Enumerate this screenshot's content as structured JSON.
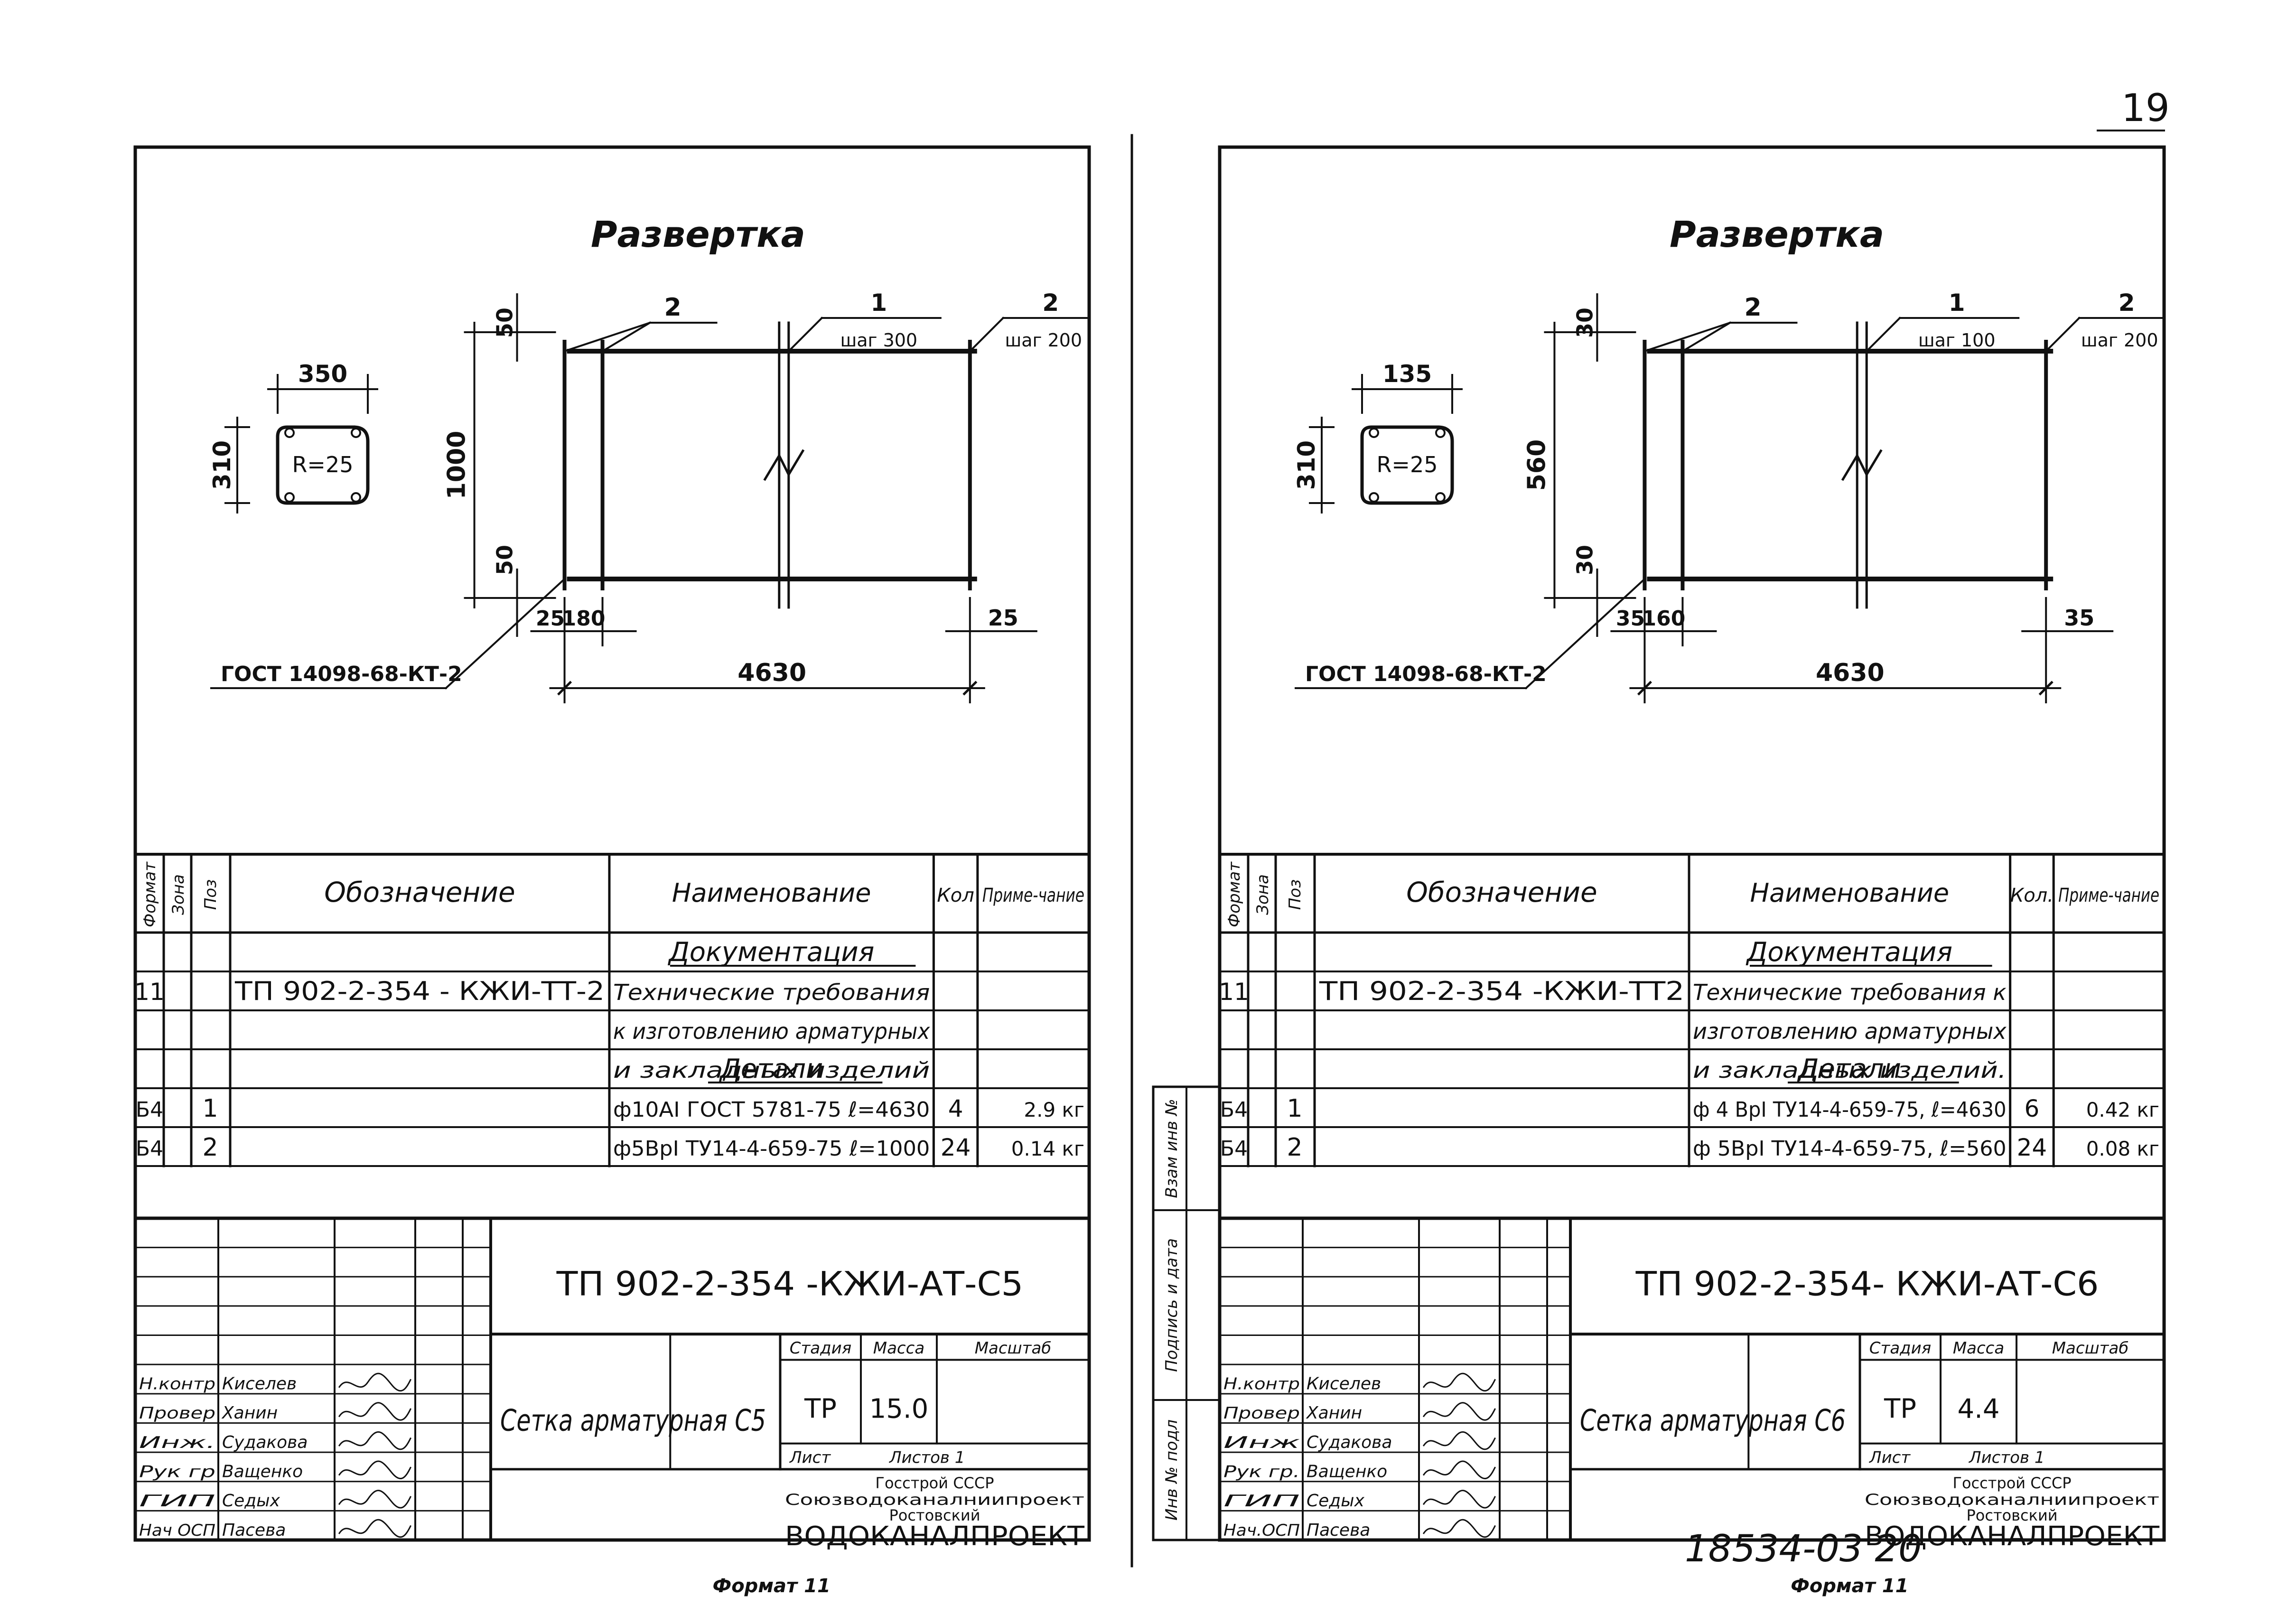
{
  "page": {
    "page_number": "19",
    "bottom_code": "18534-03 20"
  },
  "sheets": [
    {
      "id": "c5",
      "drawing": {
        "title": "Развертка",
        "pos1_label": "1",
        "pos1_step": "шаг 300",
        "pos2_label_left": "2",
        "pos2_label_right": "2",
        "pos2_step": "шаг 200",
        "section_width": "350",
        "section_height": "310",
        "radius": "R=25",
        "height_total": "1000",
        "offset_top": "50",
        "offset_bottom": "50",
        "bottom_left_offset": "25",
        "bottom_gap": "180",
        "bottom_right_offset": "25",
        "length": "4630",
        "gost_weld": "ГОСТ 14098-68-КТ-2"
      },
      "spec": {
        "headers": {
          "format": "Формат",
          "zone": "Зона",
          "pos": "Поз",
          "designation": "Обозначение",
          "name": "Наименование",
          "qty": "Кол",
          "note": "Приме-чание"
        },
        "section_docs": "Документация",
        "doc_row": {
          "format": "11",
          "designation": "ТП 902-2-354 - КЖИ-ТТ-2",
          "name_lines": [
            "Технические требования",
            "к изготовлению арматурных",
            "и закладных изделий"
          ]
        },
        "section_details": "Детали",
        "rows": [
          {
            "format": "Б4",
            "pos": "1",
            "name": "ф10АI ГОСТ 5781-75 ℓ=4630",
            "qty": "4",
            "note": "2.9 кг"
          },
          {
            "format": "Б4",
            "pos": "2",
            "name": "ф5ВрI ТУ14-4-659-75 ℓ=1000",
            "qty": "24",
            "note": "0.14 кг"
          }
        ]
      },
      "title_block": {
        "doc_code": "ТП 902-2-354 -КЖИ-АТ-С5",
        "product": "Сетка арматурная С5",
        "stage_label": "Стадия",
        "mass_label": "Масса",
        "scale_label": "Масштаб",
        "stage": "ТР",
        "mass": "15.0",
        "sheet_label": "Лист",
        "sheets_label": "Листов 1",
        "roles": [
          "Н.контр",
          "Провер",
          "Инж.",
          "Рук гр",
          "ГИП",
          "Нач ОСП"
        ],
        "names": [
          "Киселев",
          "Ханин",
          "Судакова",
          "Ващенко",
          "Седых",
          "Пасева"
        ],
        "org": [
          "Госстрой СССР",
          "Союзводоканалниипроект",
          "Ростовский",
          "ВОДОКАНАЛПРОЕКТ"
        ],
        "format_note": "Формат 11"
      }
    },
    {
      "id": "c6",
      "drawing": {
        "title": "Развертка",
        "pos1_label": "1",
        "pos1_step": "шаг 100",
        "pos2_label_left": "2",
        "pos2_label_right": "2",
        "pos2_step": "шаг 200",
        "section_width": "135",
        "section_height": "310",
        "radius": "R=25",
        "height_total": "560",
        "offset_top": "30",
        "offset_bottom": "30",
        "bottom_left_offset": "35",
        "bottom_gap": "160",
        "bottom_right_offset": "35",
        "length": "4630",
        "gost_weld": "ГОСТ 14098-68-КТ-2"
      },
      "spec": {
        "headers": {
          "format": "Формат",
          "zone": "Зона",
          "pos": "Поз",
          "designation": "Обозначение",
          "name": "Наименование",
          "qty": "Кол.",
          "note": "Приме-чание"
        },
        "section_docs": "Документация",
        "doc_row": {
          "format": "11",
          "designation": "ТП 902-2-354 -КЖИ-ТТ2",
          "name_lines": [
            "Технические требования к",
            "изготовлению арматурных",
            "и закладных изделий."
          ]
        },
        "section_details": "Детали",
        "rows": [
          {
            "format": "Б4",
            "pos": "1",
            "name": "ф 4 ВрI ТУ14-4-659-75, ℓ=4630",
            "qty": "6",
            "note": "0.42 кг"
          },
          {
            "format": "Б4",
            "pos": "2",
            "name": "ф 5ВрI ТУ14-4-659-75, ℓ=560",
            "qty": "24",
            "note": "0.08 кг"
          }
        ]
      },
      "title_block": {
        "doc_code": "ТП 902-2-354- КЖИ-АТ-С6",
        "product": "Сетка арматурная С6",
        "stage_label": "Стадия",
        "mass_label": "Масса",
        "scale_label": "Масштаб",
        "stage": "ТР",
        "mass": "4.4",
        "sheet_label": "Лист",
        "sheets_label": "Листов 1",
        "roles": [
          "Н.контр",
          "Провер",
          "Инж",
          "Рук гр.",
          "ГИП",
          "Нач.ОСП"
        ],
        "names": [
          "Киселев",
          "Ханин",
          "Судакова",
          "Ващенко",
          "Седых",
          "Пасева"
        ],
        "org": [
          "Госстрой СССР",
          "Союзводоканалниипроект",
          "Ростовский",
          "ВОДОКАНАЛПРОЕКТ"
        ],
        "format_note": "Формат 11"
      },
      "side_stamp": [
        "Взам инв №",
        "Подпись и дата",
        "Инв № подл"
      ]
    }
  ]
}
